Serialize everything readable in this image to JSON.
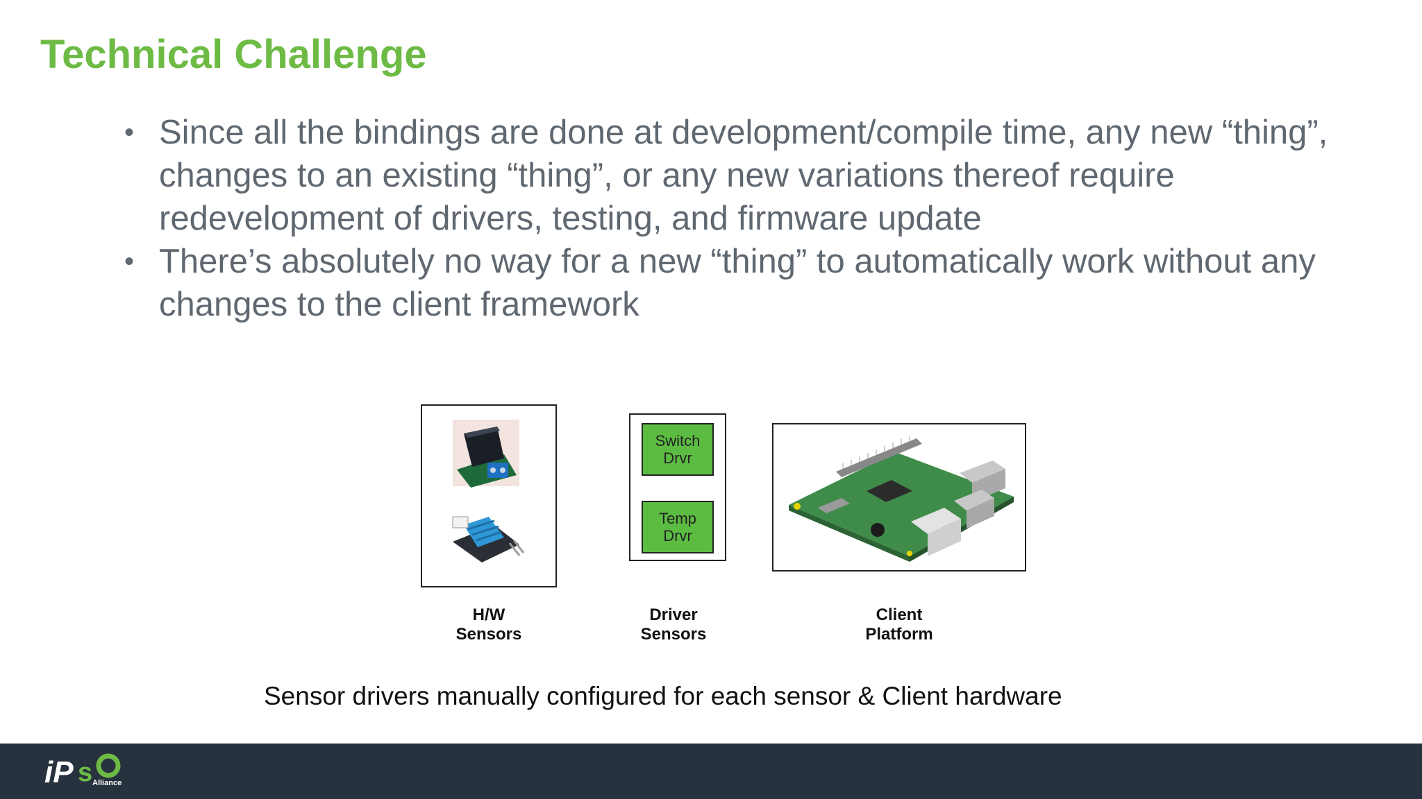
{
  "slide": {
    "title": "Technical Challenge",
    "bullets": [
      "Since all the bindings are done at development/compile time, any new “thing”, changes to an existing “thing”, or any new variations thereof require redevelopment of drivers, testing, and firmware update",
      "There’s absolutely no way for a new “thing” to automatically work without any changes to the client framework"
    ],
    "bullet_marker": "•"
  },
  "diagram": {
    "driver_chips": {
      "switch": "Switch\nDrvr",
      "temp": "Temp\nDrvr"
    },
    "captions": {
      "hw": "H/W\nSensors",
      "driver": "Driver\nSensors",
      "client": "Client\nPlatform"
    },
    "footnote": "Sensor drivers manually configured for each sensor & Client hardware"
  },
  "footer": {
    "logo_text": "Alliance"
  },
  "colors": {
    "title": "#6dbb45",
    "body_text": "#5f6770",
    "driver_chip": "#5cbc42",
    "footer_bg": "#27323e"
  }
}
